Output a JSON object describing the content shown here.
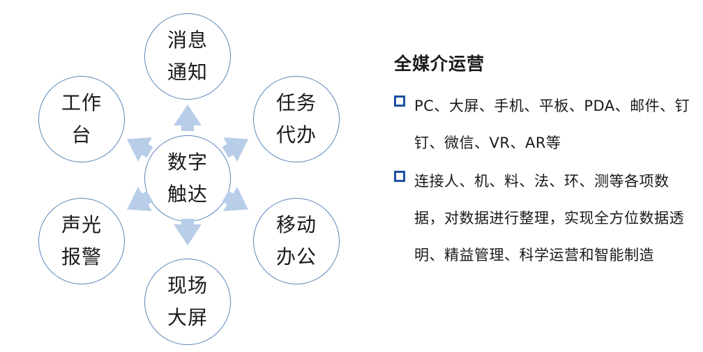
{
  "diagram": {
    "center": "数字\n触达",
    "nodes": {
      "top": "消息\n通知",
      "top_right": "任务\n代办",
      "bottom_right": "移动\n办公",
      "bottom": "现场\n大屏",
      "bottom_left": "声光\n报警",
      "top_left": "工作\n台"
    },
    "colors": {
      "circle_border": "#5b87b8",
      "arrow_fill": "#b8cde8"
    }
  },
  "panel": {
    "title": "全媒介运营",
    "bullets": [
      "PC、大屏、手机、平板、PDA、邮件、钉钉、微信、VR、AR等",
      "连接人、机、料、法、环、测等各项数据，对数据进行整理，实现全方位数据透明、精益管理、科学运营和智能制造"
    ],
    "bullet_color": "#1f4fa3"
  }
}
